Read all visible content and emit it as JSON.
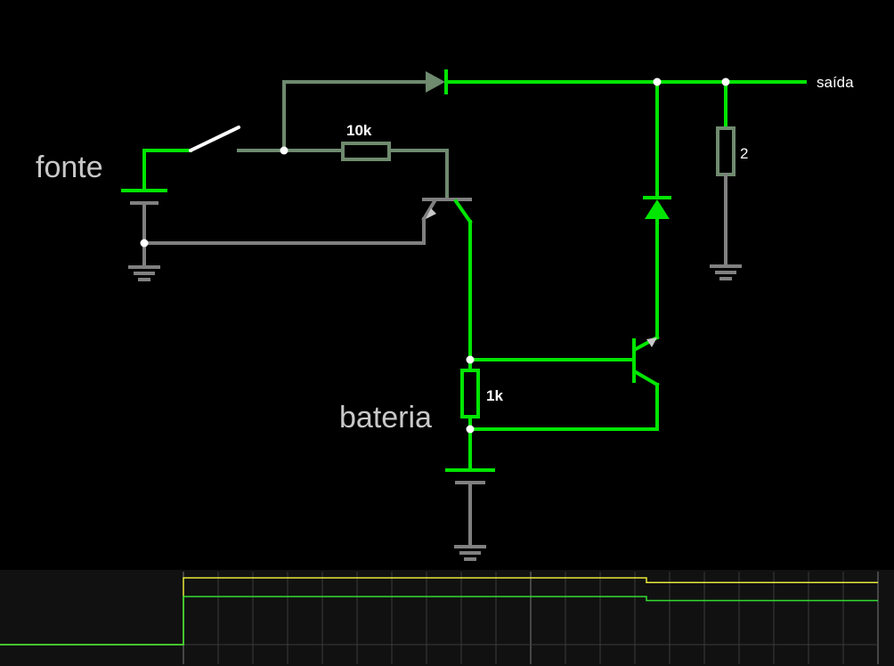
{
  "circuit": {
    "labels": {
      "source": "fonte",
      "battery": "bateria",
      "output": "saída",
      "r_base": "10k",
      "r_battery": "1k",
      "r_load": "2"
    },
    "colors": {
      "wire_active": "#00e600",
      "wire_inactive": "#808080",
      "wire_mid": "#6f8a6f",
      "node": "#ffffff",
      "background": "#000000",
      "scope_background": "#111111",
      "trace_yellow": "#e8e83a",
      "trace_green": "#33dd33"
    }
  },
  "scope": {
    "traces": [
      {
        "color": "#e8e83a",
        "levels": [
          0.0,
          1.0,
          0.93
        ]
      },
      {
        "color": "#33dd33",
        "levels": [
          0.0,
          0.72,
          0.66
        ]
      }
    ]
  }
}
